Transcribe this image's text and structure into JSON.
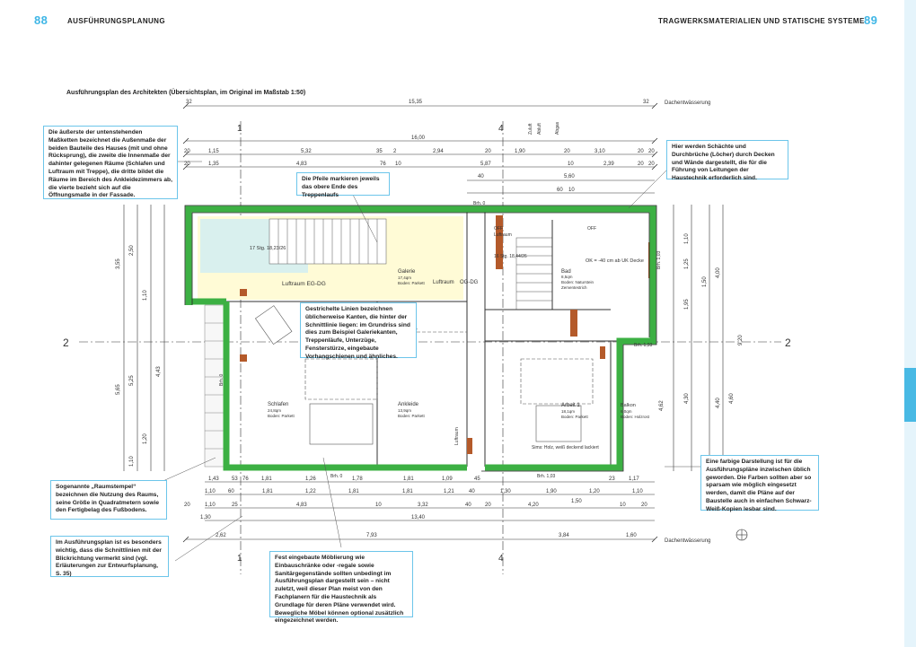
{
  "header": {
    "page_left": "88",
    "title_left": "AUSFÜHRUNGSPLANUNG",
    "title_right": "TRAGWERKSMATERIALIEN UND STATISCHE SYSTEME",
    "page_right": "89"
  },
  "caption": "Ausführungsplan des Architekten (Übersichtsplan, im Original im Maßstab 1:50)",
  "notes": {
    "outer_dims": "Die äußerste der untenstehenden Maßketten bezeichnet die Außenmaße der beiden Bauteile des Hauses (mit und ohne Rücksprung), die zweite die Innenmaße der dahinter gelegenen Räume (Schlafen und Luftraum mit Treppe), die dritte bildet die Räume im Bereich des Ankleidezimmers ab, die vierte bezieht sich auf die Öffnungsmaße in der Fassade.",
    "arrows": "Die Pfeile markieren jeweils das obere Ende des Treppenlaufs",
    "shafts": "Hier werden Schächte und Durchbrüche (Löcher) durch Decken und Wände dargestellt, die für die Führung von Leitungen der Haustechnik erforderlich sind.",
    "dashed": "Gestrichelte Linien bezeichnen üblicherweise Kanten, die hinter der Schnittlinie liegen: im Grundriss sind dies zum Beispiel Galeriekanten, Treppenläufe, Unterzüge, Fensterstürze, eingebaute Vorhangschienen und ähnliches.",
    "room_stamp": "Sogenannte „Raumstempel“ bezeichnen die Nutzung des Raums, seine Größe in Quadratmetern sowie den Fertigbelag des Fußbodens.",
    "section_lines": "Im Ausführungsplan ist es besonders wichtig, dass die Schnittlinien mit der Blickrichtung vermerkt sind (vgl. Erläuterungen zur Entwurfsplanung, S. 35)",
    "colors": "Eine farbige Darstellung ist für die Ausführungspläne inzwischen üblich geworden. Die Farben sollten aber so sparsam wie möglich eingesetzt werden, damit die Pläne auf der Baustelle auch in einfachen Schwarz-Weiß-Kopien lesbar sind.",
    "furniture": "Fest eingebaute Möblierung wie Einbauschränke oder -regale sowie Sanitärgegenstände sollten unbedingt im Ausführungsplan dargestellt sein – nicht zuletzt, weil dieser Plan meist von den Fachplanern für die Haustechnik als Grundlage für deren Pläne verwendet wird. Bewegliche Möbel können optional zusätzlich eingezeichnet werden."
  },
  "plan": {
    "top": {
      "dim_overall": "15,35",
      "dim_left_small": "32",
      "dim_right_small": "32",
      "drain": "Dachentwässerung",
      "dim_16": "16,00",
      "row1": [
        "20",
        "1,15",
        "5,32",
        "35",
        "2",
        "2,94",
        "20",
        "1,90",
        "20",
        "3,10",
        "20",
        "20"
      ],
      "row2": [
        "20",
        "1,35",
        "4,83",
        "76",
        "10",
        "5,87",
        "10",
        "2,39",
        "20",
        "20"
      ],
      "row3": [
        "40",
        "5,60",
        "60",
        "10"
      ],
      "section_markers": [
        "1",
        "4"
      ],
      "zuluft": "Zuluft",
      "abluft": "Abluft",
      "abgas": "Abgas"
    },
    "rooms": {
      "luftraum_eg_dg": "Luftraum EG-DG",
      "stairs_left": "17 Stg. 18,23/26",
      "galerie": "Galerie",
      "galerie_area": "17,4qm",
      "galerie_floor": "Boden: Parkett",
      "luftraum": "Luftraum",
      "og_dg": "OG-DG",
      "stairs_right": "16 Stg. 18,44/26",
      "off1": "OFF",
      "luftraum2": "Luftraum",
      "off2": "OFF",
      "bad": "Bad",
      "bad_area": "8,5qm",
      "bad_floor": "Boden: Naturstein",
      "bad_floor2": "Zementestrich",
      "ok_decke": "OK = -40 cm ab UK Decke",
      "schlafen": "Schlafen",
      "schlafen_area": "24,8qm",
      "schlafen_floor": "Boden: Parkett",
      "ankleide": "Ankleide",
      "ankleide_area": "13,9qm",
      "ankleide_floor": "Boden: Parkett",
      "luftraum_v": "Luftraum",
      "arbeit": "Arbeit 1",
      "arbeit_area": "18,1qm",
      "arbeit_floor": "Boden: Parkett",
      "balkon": "Balkon",
      "balkon_area": "6,0qm",
      "balkon_floor": "Boden: Holzrost",
      "sims": "Sims: Holz, weiß deckend lackiert",
      "brh": "Brh. 0",
      "brh2": "Brh. 1,03",
      "brh3": "Brh. 1,93",
      "brh4": "Brh. 0",
      "brh5": "Brh. 1,03",
      "brh_v": "Brh. 0"
    },
    "bottom": {
      "row1": [
        "1,43",
        "53",
        "76",
        "1,81",
        "1,26",
        "1,78",
        "1,81",
        "1,09",
        "45",
        "23",
        "1,17"
      ],
      "row2": [
        "1,10",
        "60",
        "1,81",
        "1,22",
        "1,81",
        "1,81",
        "1,21",
        "40",
        "1,30",
        "1,90",
        "1,20",
        "1,10"
      ],
      "row3": [
        "20",
        "1,10",
        "25",
        "4,83",
        "10",
        "3,32",
        "40",
        "20",
        "4,20",
        "1,50",
        "10",
        "20"
      ],
      "row4": [
        "1,30",
        "13,40"
      ],
      "row5": [
        "2,62",
        "7,93",
        "3,84",
        "1,60"
      ],
      "drain": "Dachentwässerung"
    },
    "left_dims": [
      "3,55",
      "2,50",
      "1,10",
      "5,65",
      "5,25",
      "4,43",
      "1,20",
      "1,10"
    ],
    "right_dims": [
      "1,10",
      "1,25",
      "1,50",
      "4,00",
      "1,95",
      "4,30",
      "4,40",
      "4,60",
      "9,20",
      "4,62"
    ],
    "section_2": "2"
  },
  "colors": {
    "accent": "#3fb6e6",
    "wall": "#3cb043",
    "brick": "#b45a2a",
    "yellow": "#fffbd6",
    "glass": "#d9f0ee"
  }
}
